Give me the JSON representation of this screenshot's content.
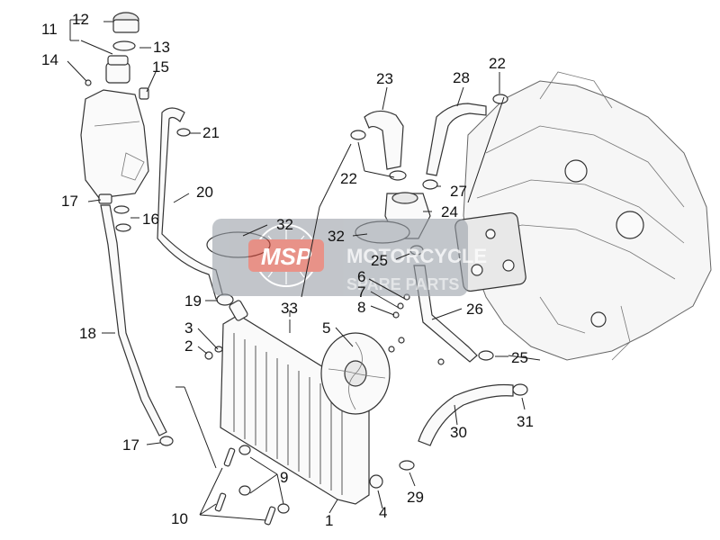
{
  "watermark": {
    "logo_text": "MSP",
    "line1": "MOTORCYCLE",
    "line2": "SPARE PARTS",
    "color": "#d94a3a"
  },
  "callouts": [
    {
      "id": "c11",
      "label": "11"
    },
    {
      "id": "c12",
      "label": "12"
    },
    {
      "id": "c13",
      "label": "13"
    },
    {
      "id": "c14",
      "label": "14"
    },
    {
      "id": "c15",
      "label": "15"
    },
    {
      "id": "c21",
      "label": "21"
    },
    {
      "id": "c17a",
      "label": "17"
    },
    {
      "id": "c16",
      "label": "16"
    },
    {
      "id": "c20",
      "label": "20"
    },
    {
      "id": "c18",
      "label": "18"
    },
    {
      "id": "c17b",
      "label": "17"
    },
    {
      "id": "c19",
      "label": "19"
    },
    {
      "id": "c3",
      "label": "3"
    },
    {
      "id": "c2",
      "label": "2"
    },
    {
      "id": "c10",
      "label": "10"
    },
    {
      "id": "c32a",
      "label": "32"
    },
    {
      "id": "c33",
      "label": "33"
    },
    {
      "id": "c23",
      "label": "23"
    },
    {
      "id": "c22a",
      "label": "22"
    },
    {
      "id": "c28",
      "label": "28"
    },
    {
      "id": "c22b",
      "label": "22"
    },
    {
      "id": "c27",
      "label": "27"
    },
    {
      "id": "c24",
      "label": "24"
    },
    {
      "id": "c32b",
      "label": "32"
    },
    {
      "id": "c25a",
      "label": "25"
    },
    {
      "id": "c6",
      "label": "6"
    },
    {
      "id": "c7",
      "label": "7"
    },
    {
      "id": "c8",
      "label": "8"
    },
    {
      "id": "c5",
      "label": "5"
    },
    {
      "id": "c26",
      "label": "26"
    },
    {
      "id": "c25b",
      "label": "25"
    },
    {
      "id": "c31",
      "label": "31"
    },
    {
      "id": "c30",
      "label": "30"
    },
    {
      "id": "c29",
      "label": "29"
    },
    {
      "id": "c9",
      "label": "9"
    },
    {
      "id": "c1",
      "label": "1"
    },
    {
      "id": "c4",
      "label": "4"
    }
  ]
}
